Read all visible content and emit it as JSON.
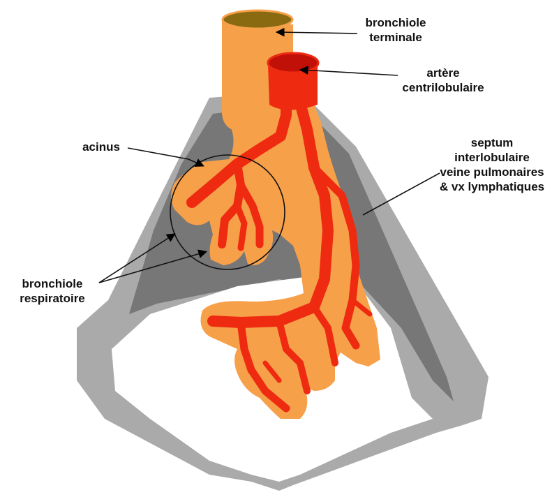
{
  "labels": {
    "bronchiole_terminale": [
      "bronchiole",
      "terminale"
    ],
    "artere_centrilobulaire": [
      "artère",
      "centrilobulaire"
    ],
    "acinus": "acinus",
    "septum": [
      "septum",
      "interlobulaire",
      "veine pulmonaires",
      "& vx lymphatiques"
    ],
    "bronchiole_respiratoire": [
      "bronchiole",
      "respiratoire"
    ]
  },
  "colors": {
    "septum_outer": "#aaaaaa",
    "septum_inner": "#777777",
    "airway": "#f7a04a",
    "airway_lumen": "#8a6a10",
    "artery": "#ee2a10",
    "artery_dark": "#c01008",
    "background": "#ffffff"
  }
}
